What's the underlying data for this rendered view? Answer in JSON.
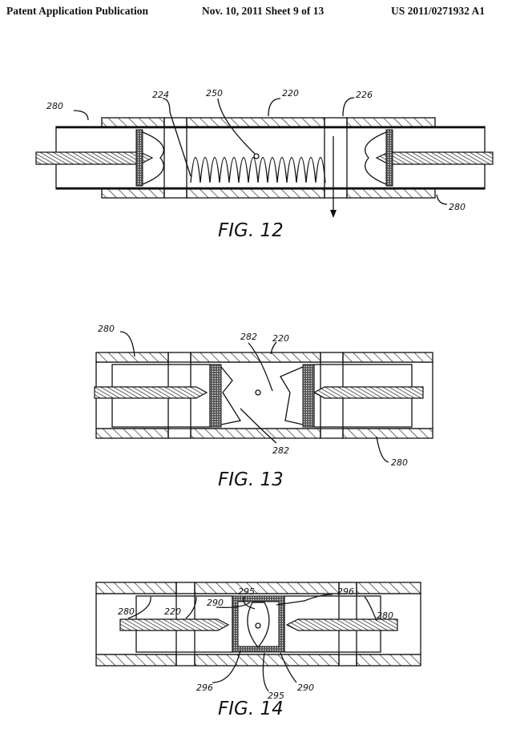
{
  "header": {
    "left": "Patent Application Publication",
    "center": "Nov. 10, 2011   Sheet 9 of 13",
    "right": "US 2011/0271932 A1"
  },
  "figures": [
    {
      "caption": "FIG. 12",
      "labels": {
        "tube_left": "280",
        "seal_left": "224",
        "spring": "250",
        "sleeve": "220",
        "seal_right": "226",
        "tube_right": "280"
      }
    },
    {
      "caption": "FIG. 13",
      "labels": {
        "tube_left": "280",
        "flap_top": "282",
        "sleeve": "220",
        "flap_bottom": "282",
        "tube_right": "280"
      }
    },
    {
      "caption": "FIG. 14",
      "labels": {
        "tube_left": "280",
        "sleeve": "220",
        "insert_top": "290",
        "pin_top": "295",
        "spring_top": "296",
        "tube_right": "280",
        "spring_bottom": "296",
        "pin_bottom": "295",
        "insert_bottom": "290"
      }
    }
  ]
}
